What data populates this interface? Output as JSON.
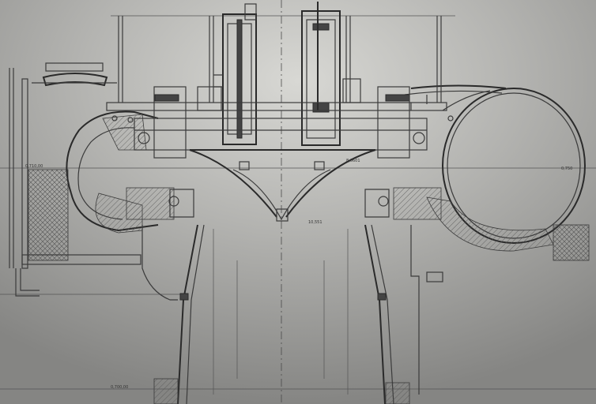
{
  "image": {
    "kind": "technical engineering drawing",
    "colors": {
      "paper": "#9a9a98",
      "ink": "#3b3b3b",
      "highlight": "#d8d8d4"
    }
  },
  "labels": [
    {
      "id": "lbl-left-elev-top",
      "text": "0,710,00"
    },
    {
      "id": "lbl-right-elev-mid",
      "text": "0,750"
    },
    {
      "id": "lbl-center-a",
      "text": "8,6601"
    },
    {
      "id": "lbl-center-b",
      "text": "10,551"
    },
    {
      "id": "lbl-left-elev-bottom",
      "text": "0,700,00"
    }
  ]
}
